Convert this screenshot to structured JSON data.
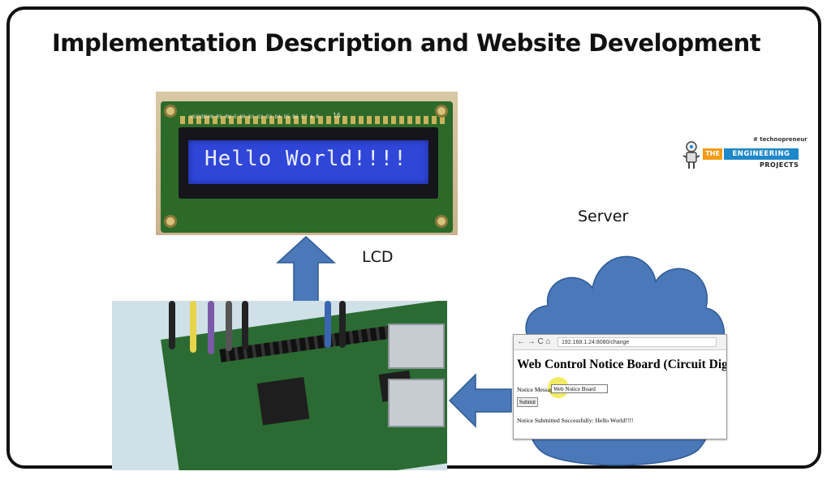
{
  "title": "Implementation Description and Website Development",
  "labels": {
    "lcd": "LCD",
    "server": "Server"
  },
  "lcd_display": {
    "text": "Hello World!!!!",
    "pcb_pin_labels": "VSSVDDV0 RS RW E D0 D1 D2 D3 D4 D5 D6 D7 A K",
    "pcb_pin_number": "16"
  },
  "browser": {
    "url": "192.168.1.24:8080/change",
    "nav_icons": "← → C ⌂",
    "page_title": "Web Control Notice Board (Circuit Digest)",
    "field_label": "Notice Message:",
    "field_value": "Web Notice Board",
    "submit_label": "Submit",
    "status_text": "Notice Submitted Successfully: Hello World!!!!"
  },
  "logo": {
    "tagline": "# technopreneur",
    "the": "THE",
    "engineering": "ENGINEERING",
    "projects": "PROJECTS"
  },
  "colors": {
    "arrow": "#4a78b8",
    "cloud": "#4a78b8",
    "lcd_screen": "#2f46d8",
    "pcb": "#2d6a2a",
    "logo_orange": "#f39c12",
    "logo_blue": "#1e88c8"
  }
}
